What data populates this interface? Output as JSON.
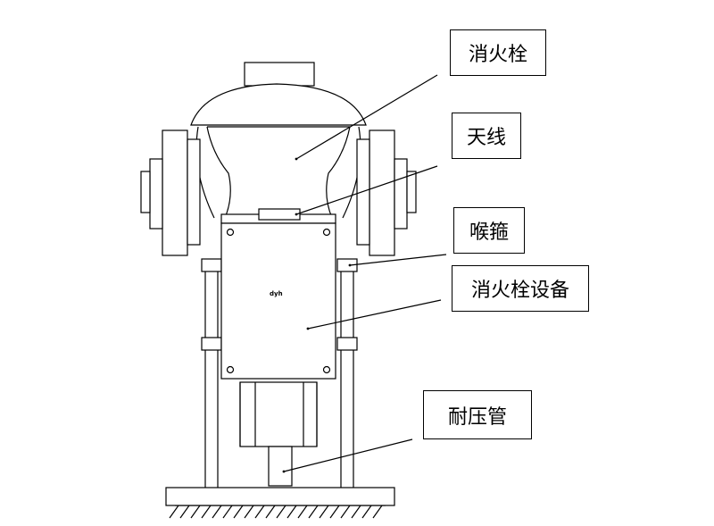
{
  "labels": {
    "hydrant": "消火栓",
    "antenna": "天线",
    "clamp": "喉箍",
    "device": "消火栓设备",
    "pipe": "耐压管"
  },
  "device_logo": "dyh"
}
